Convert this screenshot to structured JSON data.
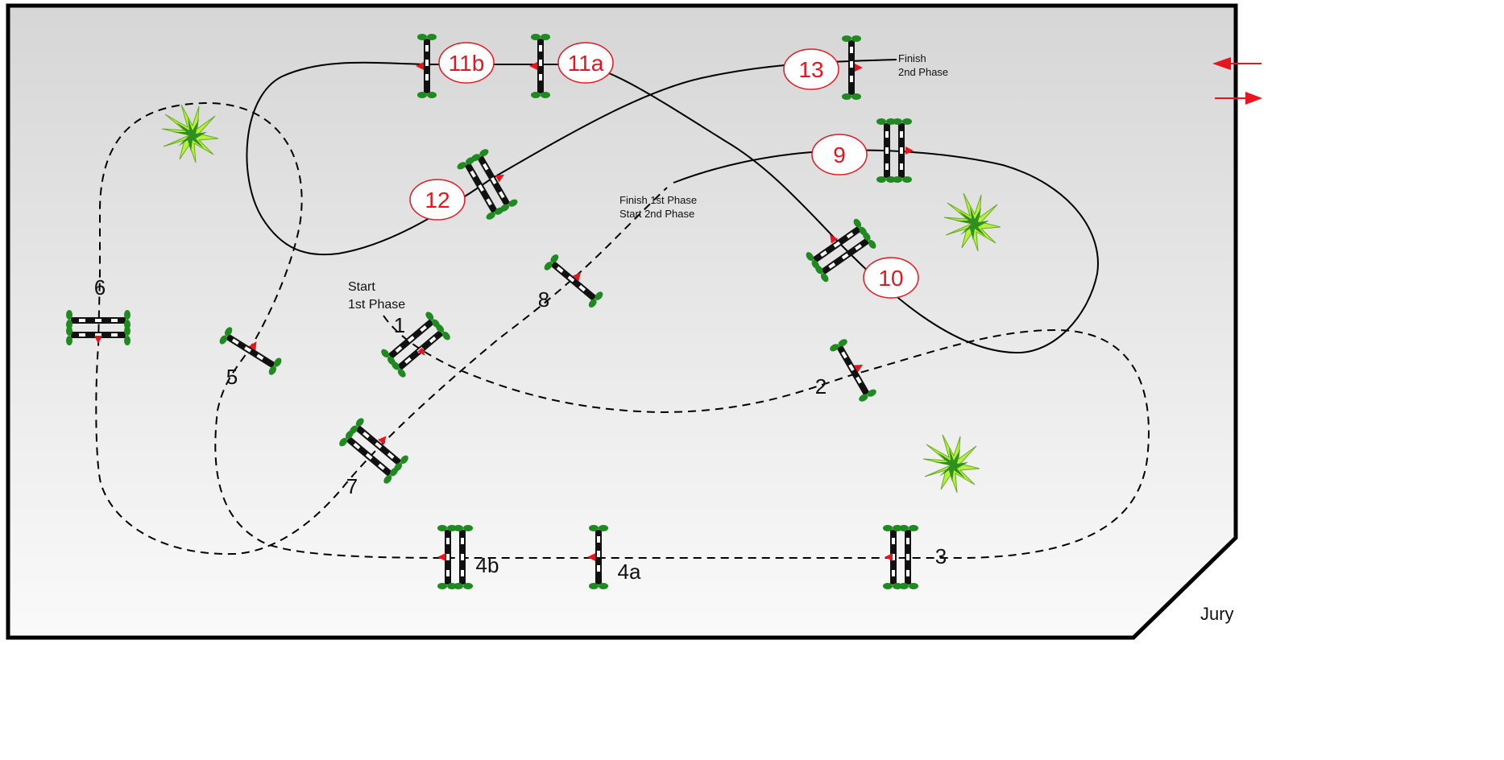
{
  "course": {
    "start_line1": "Start",
    "start_line2": "1st Phase",
    "finish1_line1": "Finish 1st Phase",
    "finish1_line2": "Start  2nd Phase",
    "finish2_line1": "Finish",
    "finish2_line2": "2nd Phase",
    "jury": "Jury"
  },
  "obstacles": {
    "phase1": [
      "1",
      "2",
      "3",
      "4a",
      "4b",
      "5",
      "6",
      "7",
      "8"
    ],
    "phase2": [
      "9",
      "10",
      "11a",
      "11b",
      "12",
      "13"
    ]
  },
  "colors": {
    "phase2_label": "#e8141e",
    "direction_arrow": "#e8141e",
    "wing": "#1f8a1f",
    "arena_border": "#000000",
    "arena_gradient_top": "#d6d6d6",
    "arena_gradient_bottom": "#fafafa"
  },
  "icons": [
    "plant-icon",
    "entry-arrow-icon",
    "exit-arrow-icon",
    "jump-direction-arrow-icon"
  ]
}
